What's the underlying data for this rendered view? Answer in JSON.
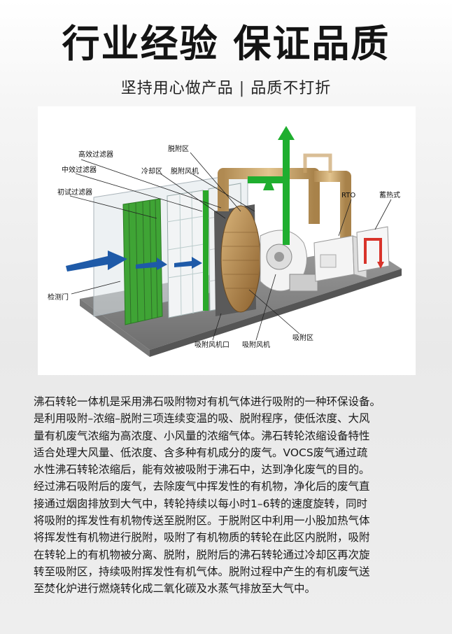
{
  "header": {
    "title": "行业经验 保证品质",
    "subtitle_left": "坚持用心做产品",
    "subtitle_sep": "|",
    "subtitle_right": "品质不打折"
  },
  "diagram": {
    "labels": {
      "high_eff_filter": "高效过滤器",
      "mid_eff_filter": "中效过滤器",
      "primary_filter": "初试过滤器",
      "inspection_door": "检测门",
      "desorption_zone": "脱附区",
      "cooling_zone": "冷却区",
      "desorption_fan": "脱附风机",
      "rto": "RTO",
      "regenerative": "蓄热式",
      "adsorption_fan_inlet": "吸附风机口",
      "adsorption_fan": "吸附风机",
      "adsorption_zone": "吸附区"
    },
    "colors": {
      "filter_green": "#3fa435",
      "arrow_blue": "#1e5aa8",
      "exhaust_green": "#1fae2f",
      "duct_tan": "#c9a26a",
      "hot_red": "#d8332a"
    }
  },
  "description": {
    "lines": [
      "沸石转轮一体机是采用沸石吸附物对有机气体进行吸附的一种环保设备。",
      "是利用吸附–浓缩–脱附三项连续变温的吸、脱附程序，使低浓度、大风",
      "量有机废气浓缩为高浓度、小风量的浓缩气体。沸石转轮浓缩设备特性",
      "适合处理大风量、低浓度、含多种有机成分的废气。VOCS废气通过疏",
      "水性沸石转轮浓缩后，能有效被吸附于沸石中，达到净化废气的目的。",
      "经过沸石吸附后的废气，去除废气中挥发性的有机物，净化后的废气直",
      "接通过烟囱排放到大气中，转轮持续以每小时1–6转的速度旋转，同时",
      "将吸附的挥发性有机物传送至脱附区。于脱附区中利用一小股加热气体",
      "将挥发性有机物进行脱附，吸附了有机物质的转轮在此区内脱附，吸附",
      "在转轮上的有机物被分离、脱附，脱附后的沸石转轮通过冷却区再次旋",
      "转至吸附区，持续吸附挥发性有机气体。脱附过程中产生的有机废气送",
      "至焚化炉进行燃烧转化成二氧化碳及水蒸气排放至大气中。"
    ]
  }
}
